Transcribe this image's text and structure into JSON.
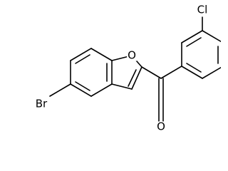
{
  "molecule": {
    "atoms": {
      "chlorine": "Cl",
      "furan_oxygen": "O",
      "carbonyl_oxygen": "O",
      "bromine": "Br"
    }
  }
}
